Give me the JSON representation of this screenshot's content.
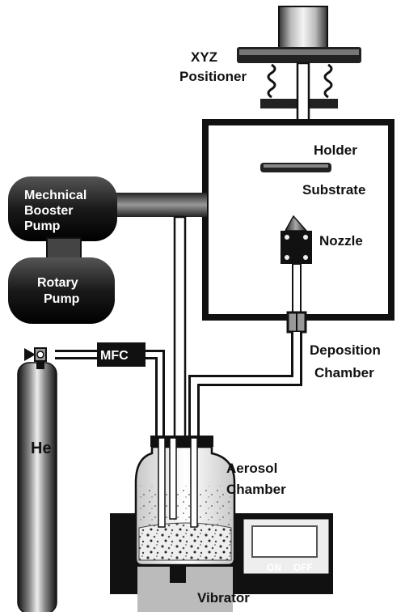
{
  "labels": {
    "xyz_line1": "XYZ",
    "xyz_line2": "Positioner",
    "holder": "Holder",
    "substrate": "Substrate",
    "booster_line1": "Mechnical",
    "booster_line2": "Booster",
    "booster_line3": "Pump",
    "nozzle": "Nozzle",
    "rotary_line1": "Rotary",
    "rotary_line2": "Pump",
    "mfc": "MFC",
    "deposition_line1": "Deposition",
    "deposition_line2": "Chamber",
    "he": "He",
    "aerosol_line1": "Aerosol",
    "aerosol_line2": "Chamber",
    "on": "ON",
    "off": "OFF",
    "vibrator": "Vibrator"
  }
}
